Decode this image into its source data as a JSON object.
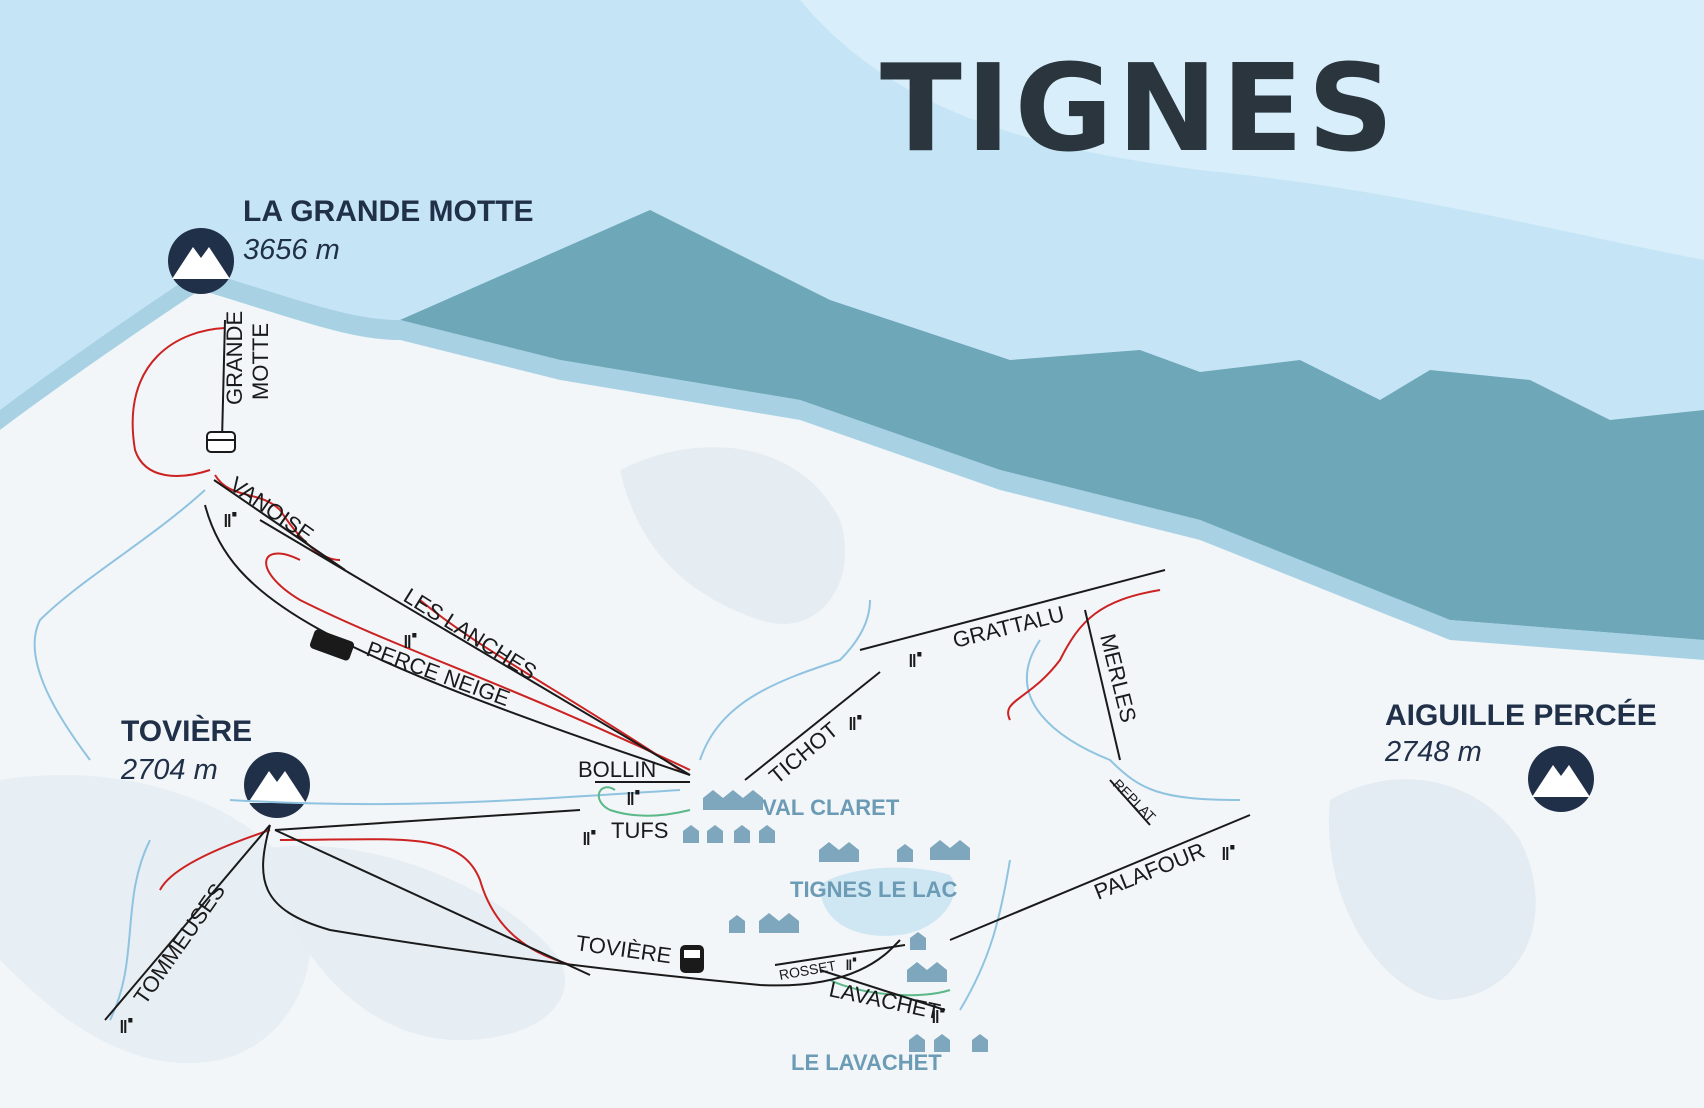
{
  "title": "TIGNES",
  "peaks": {
    "grande_motte": {
      "name": "LA GRANDE MOTTE",
      "altitude": "3656 m"
    },
    "toviere": {
      "name": "TOVIÈRE",
      "altitude": "2704 m"
    },
    "aiguille_percee": {
      "name": "AIGUILLE PERCÉE",
      "altitude": "2748 m"
    }
  },
  "lifts": {
    "grande_motte_a": "GRANDE",
    "grande_motte_b": "MOTTE",
    "vanoise": "VANOISE",
    "les_lanches": "LES LANCHES",
    "perce_neige": "PERCE NEIGE",
    "bollin": "BOLLIN",
    "tufs": "TUFS",
    "tichot": "TICHOT",
    "grattalu": "GRATTALU",
    "merles": "MERLES",
    "replat": "REPLAT",
    "palafour": "PALAFOUR",
    "tommeuses": "TOMMEUSES",
    "toviere": "TOVIÈRE",
    "rosset": "ROSSET",
    "lavachet": "LAVACHET"
  },
  "villages": {
    "val_claret": "VAL CLARET",
    "tignes_le_lac": "TIGNES LE LAC",
    "le_lavachet": "LE LAVACHET"
  },
  "colors": {
    "sky": "#c5e5f6",
    "mountain": "#6da7b8",
    "piste_red": "#cc2222",
    "piste_blue": "#8fc3e0",
    "piste_green": "#5cb888",
    "badge": "#213049"
  }
}
